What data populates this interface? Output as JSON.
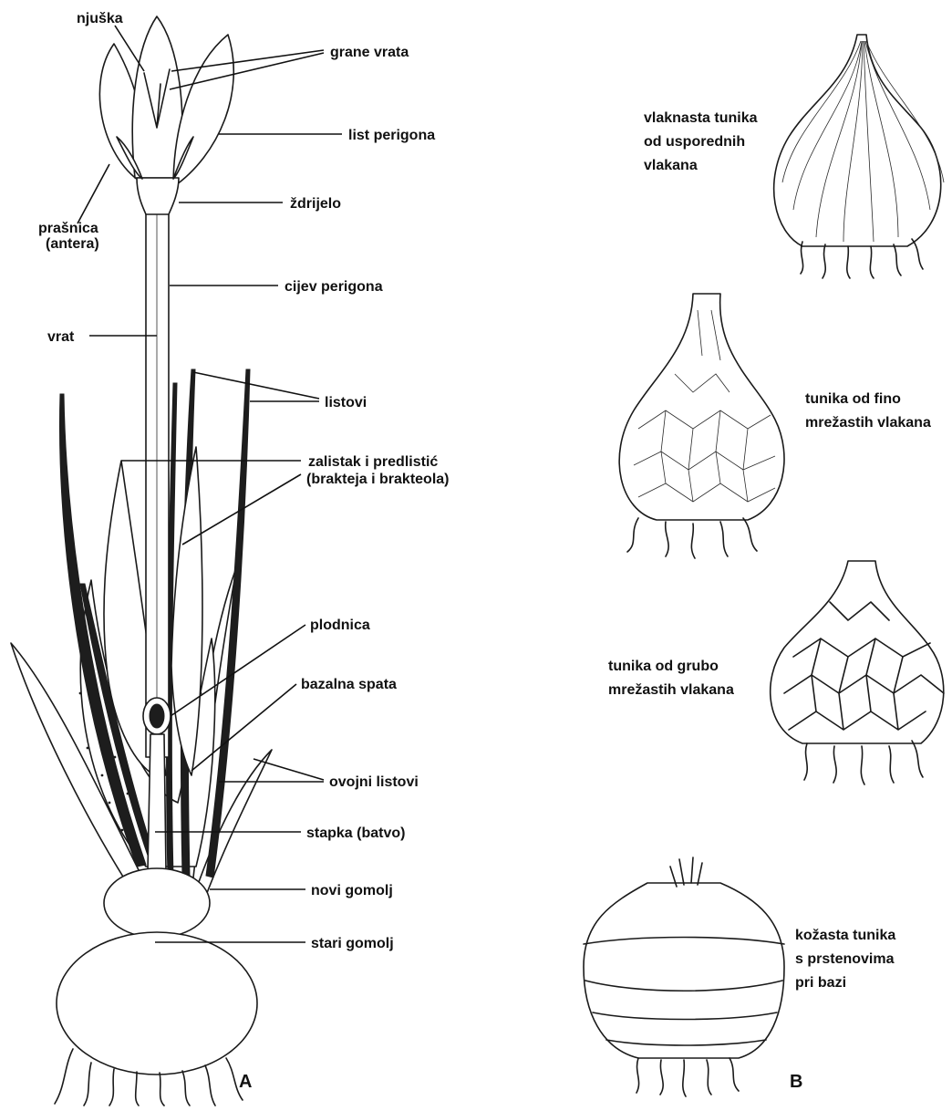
{
  "figure_a": {
    "labels": {
      "njuska": "njuška",
      "grane_vrata": "grane vrata",
      "list_perigona": "list perigona",
      "prasnica_1": "prašnica",
      "prasnica_2": "(antera)",
      "zdrijelo": "ždrijelo",
      "cijev_perigona": "cijev perigona",
      "vrat": "vrat",
      "listovi": "listovi",
      "zalistak_1": "zalistak i predlistić",
      "zalistak_2": "(brakteja i brakteola)",
      "plodnica": "plodnica",
      "bazalna_spata": "bazalna spata",
      "ovojni_listovi": "ovojni listovi",
      "stapka": "stapka (batvo)",
      "novi_gomolj": "novi gomolj",
      "stari_gomolj": "stari gomolj"
    },
    "panel_letter": "A"
  },
  "figure_b": {
    "tunics": [
      {
        "lines": [
          "vlaknasta tunika",
          "od usporednih",
          "vlakana"
        ]
      },
      {
        "lines": [
          "tunika od fino",
          "mrežastih vlakana"
        ]
      },
      {
        "lines": [
          "tunika od grubo",
          "mrežastih vlakana"
        ]
      },
      {
        "lines": [
          "kožasta tunika",
          "s prstenovima",
          "pri bazi"
        ]
      }
    ],
    "panel_letter": "B"
  }
}
